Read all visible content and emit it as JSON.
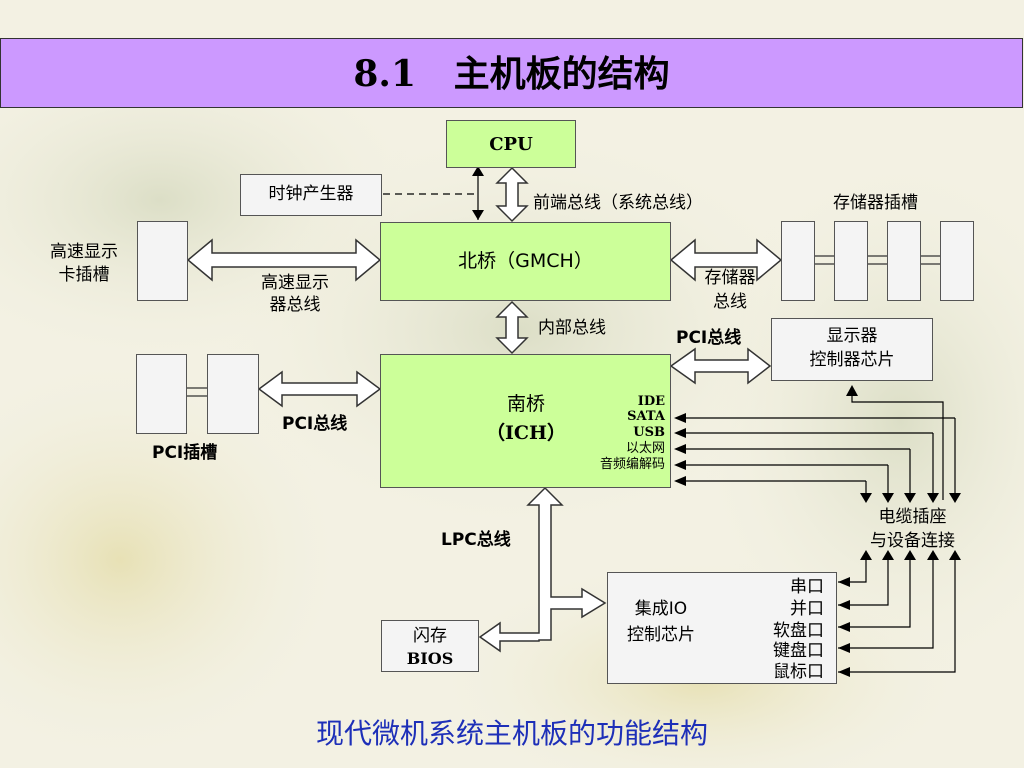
{
  "title": "8.1   主机板的结构",
  "caption": "现代微机系统主机板的功能结构",
  "nodes": {
    "cpu": "CPU",
    "clock": "时钟产生器",
    "northbridge": "北桥（GMCH）",
    "southbridge_line1": "南桥",
    "southbridge_line2": "（ICH）",
    "sb_ports": [
      "IDE",
      "SATA",
      "USB",
      "以太网",
      "音频编解码"
    ],
    "display_ctrl_line1": "显示器",
    "display_ctrl_line2": "控制器芯片",
    "io_line1": "集成IO",
    "io_line2": "控制芯片",
    "io_ports": [
      "串口",
      "并口",
      "软盘口",
      "键盘口",
      "鼠标口"
    ],
    "bios_line1": "闪存",
    "bios_line2": "BIOS",
    "graphics_slot_line1": "高速显示",
    "graphics_slot_line2": "卡插槽",
    "memory_slots": "存储器插槽",
    "pci_slots": "PCI插槽",
    "cable_line1": "电缆插座",
    "cable_line2": "与设备连接"
  },
  "buses": {
    "fsb": "前端总线（系统总线）",
    "graphics_bus_line1": "高速显示",
    "graphics_bus_line2": "器总线",
    "memory_bus_line1": "存储器",
    "memory_bus_line2": "总线",
    "internal_bus": "内部总线",
    "pci_bus_right": "PCI总线",
    "pci_bus_left": "PCI总线",
    "lpc_bus": "LPC总线"
  },
  "colors": {
    "title_bg": "#cc99ff",
    "chip_fill": "#ccff99",
    "caption": "#1d2fb8"
  }
}
